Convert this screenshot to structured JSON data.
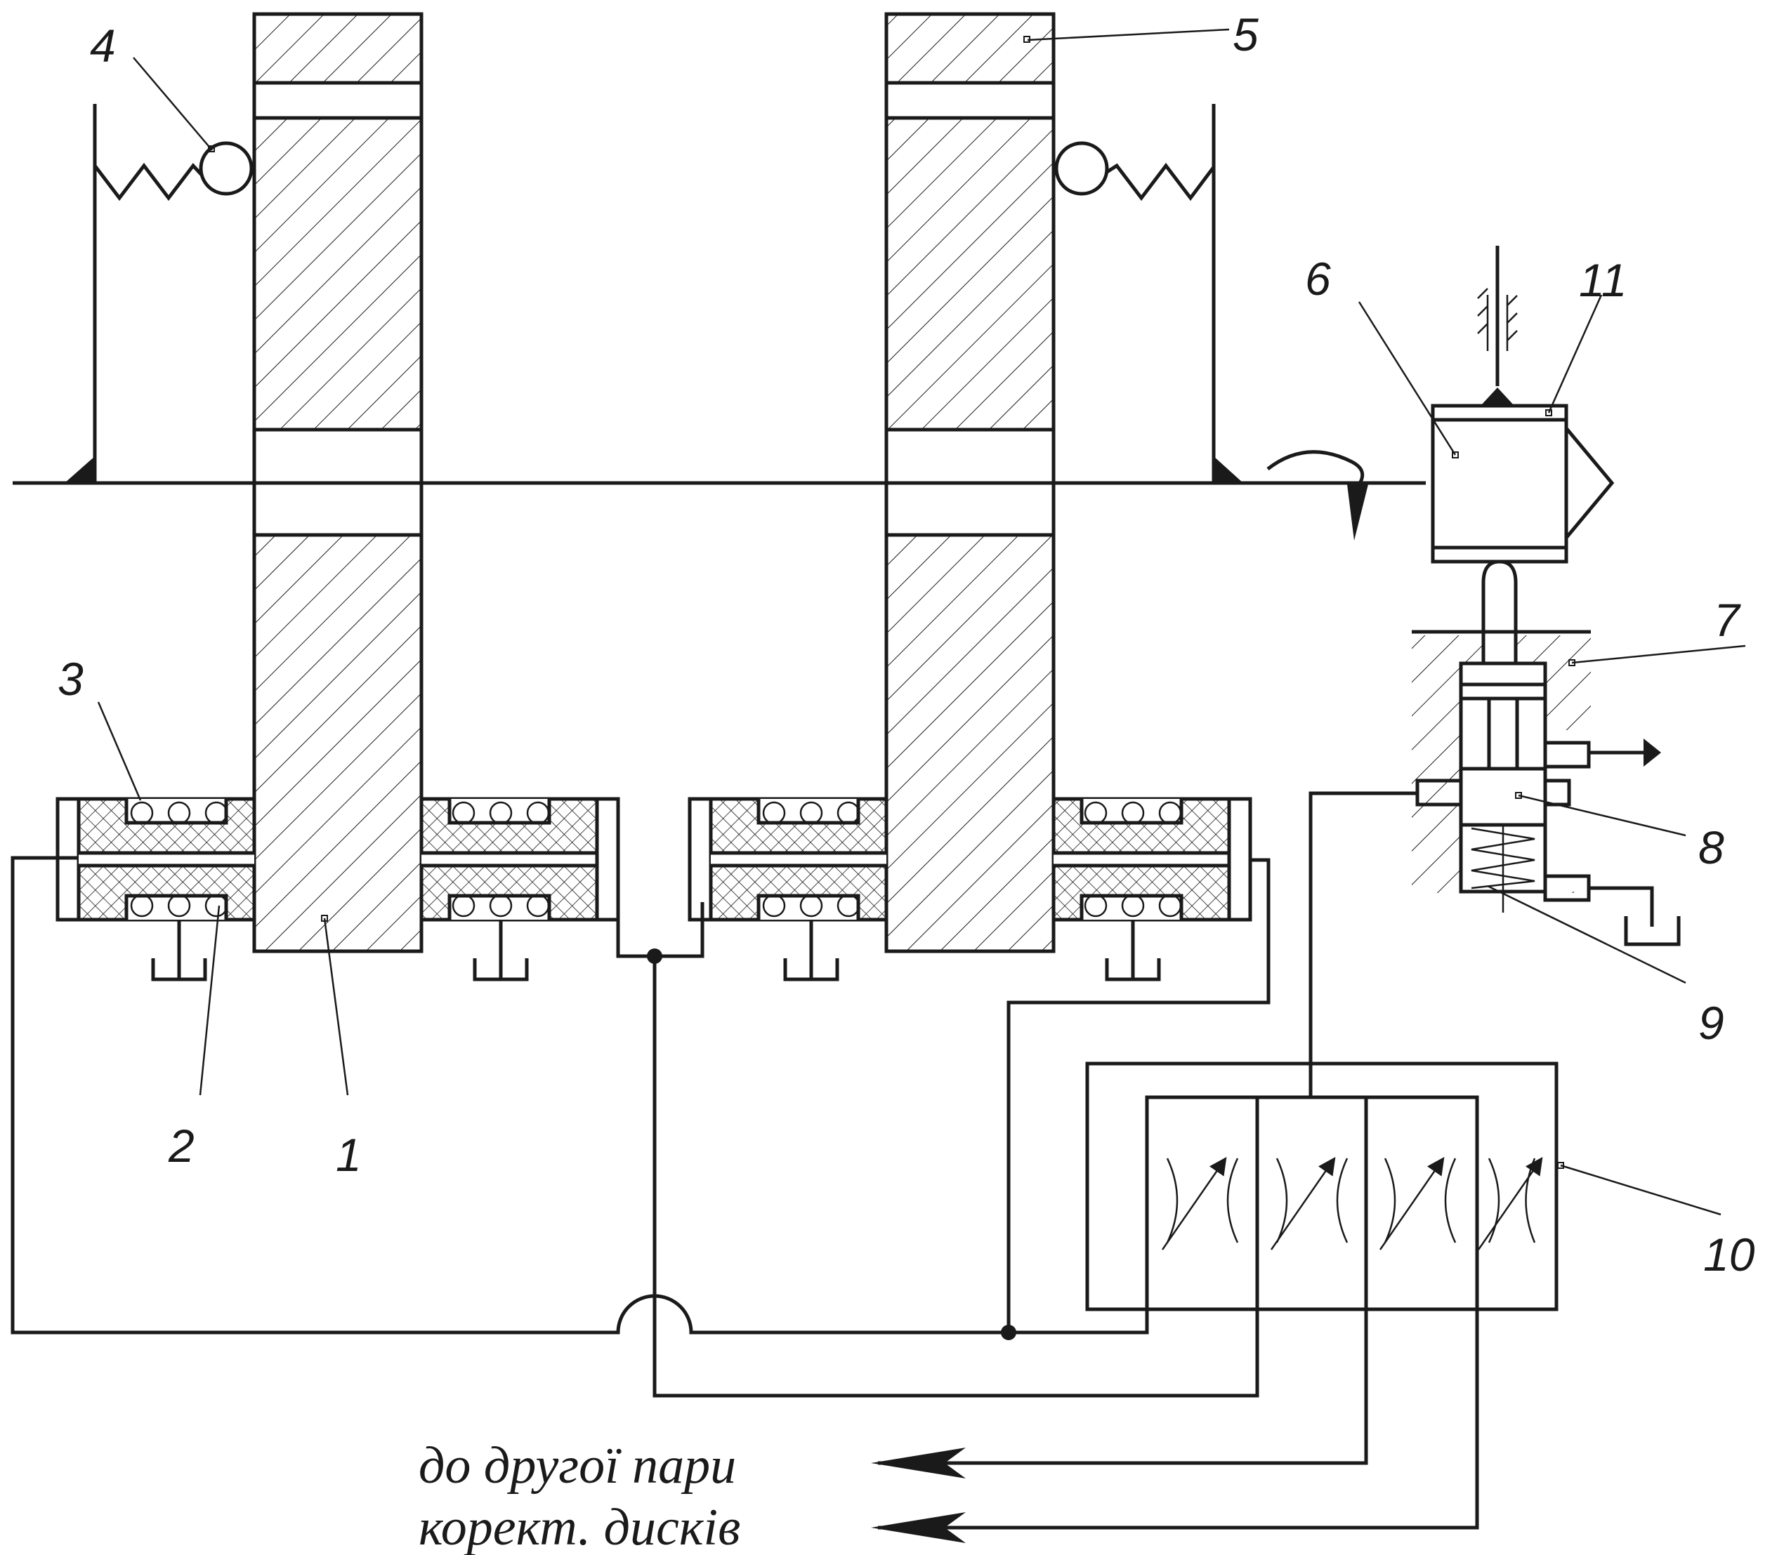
{
  "labels": {
    "l1": "1",
    "l2": "2",
    "l3": "3",
    "l4": "4",
    "l5": "5",
    "l6": "6",
    "l7": "7",
    "l8": "8",
    "l9": "9",
    "l10": "10",
    "l11": "11"
  },
  "captions": {
    "line1": "до другої пари",
    "line2": "корект. дисків"
  },
  "colors": {
    "ink": "#1a1a1a",
    "background": "#ffffff"
  }
}
